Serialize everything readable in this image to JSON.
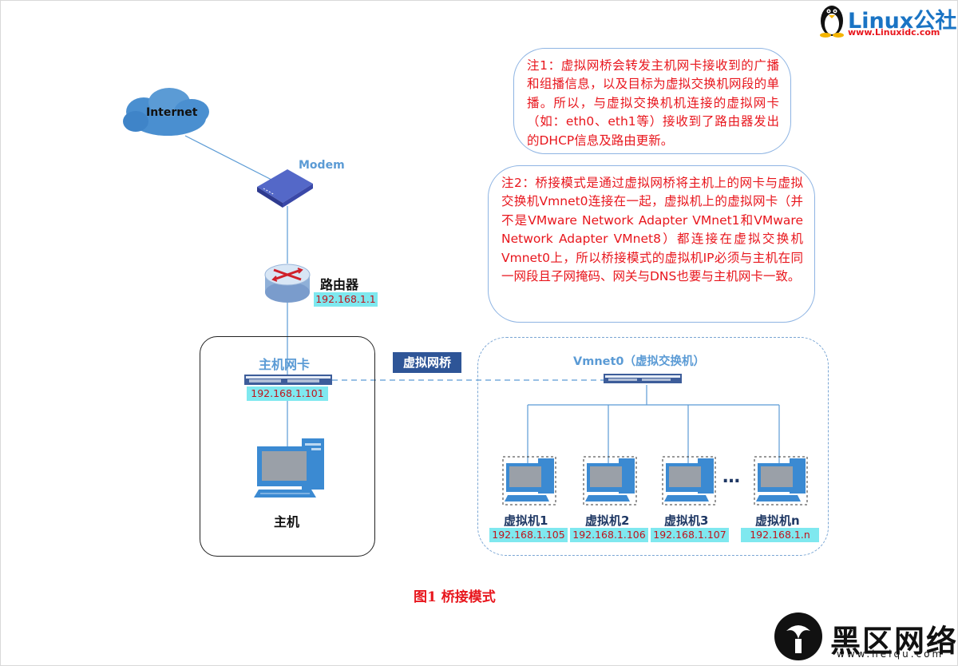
{
  "nodes": {
    "internet": "Internet",
    "modem": "Modem",
    "router": "路由器",
    "router_ip": "192.168.1.1",
    "host_nic": "主机网卡",
    "host_nic_ip": "192.168.1.101",
    "host": "主机",
    "bridge": "虚拟网桥",
    "vswitch": "Vmnet0（虚拟交换机）",
    "vm_dots": "…"
  },
  "vms": [
    {
      "name": "虚拟机1",
      "ip": "192.168.1.105"
    },
    {
      "name": "虚拟机2",
      "ip": "192.168.1.106"
    },
    {
      "name": "虚拟机3",
      "ip": "192.168.1.107"
    },
    {
      "name": "虚拟机n",
      "ip": "192.168.1.n"
    }
  ],
  "notes": {
    "note1": "注1：虚拟网桥会转发主机网卡接收到的广播和组播信息，以及目标为虚拟交换机网段的单播。所以，与虚拟交换机机连接的虚拟网卡（如：eth0、eth1等）接收到了路由器发出的DHCP信息及路由更新。",
    "note2": "注2：桥接模式是通过虚拟网桥将主机上的网卡与虚拟交换机Vmnet0连接在一起，虚拟机上的虚拟网卡（并不是VMware Network Adapter VMnet1和VMware Network Adapter VMnet8）都连接在虚拟交换机Vmnet0上，所以桥接模式的虚拟机IP必须与主机在同一网段且子网掩码、网关与DNS也要与主机网卡一致。"
  },
  "caption": "图1  桥接模式",
  "watermarks": {
    "linux_logo": "Linux公社",
    "linux_url": "www.Linuxidc.com",
    "heiqu_logo": "黑区网络",
    "heiqu_url": "www.heiqu.com"
  },
  "colors": {
    "note_text": "#e8161d",
    "note_border": "#8eb4e3",
    "ip_label_bg": "#7fe8ef",
    "bridge_bg": "#2e5597",
    "node_label": "#5b9bd5"
  }
}
